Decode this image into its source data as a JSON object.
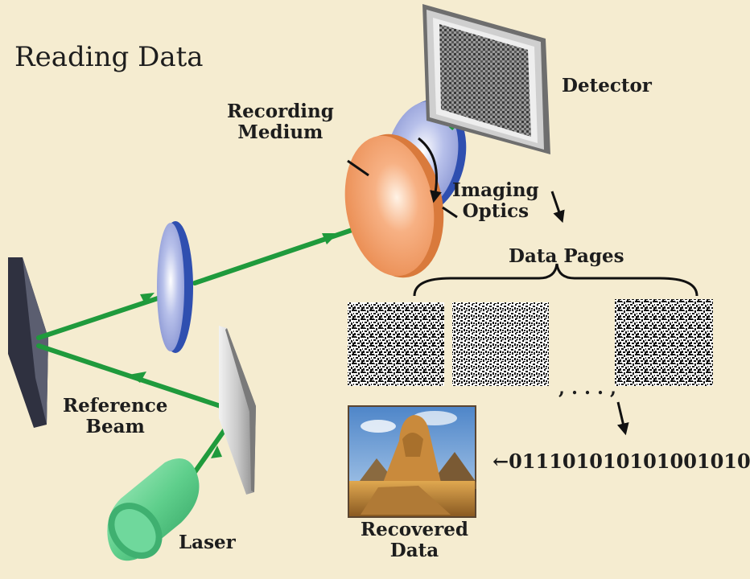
{
  "title": "Reading Data",
  "labels": {
    "detector": "Detector",
    "recording_medium": [
      "Recording",
      "Medium"
    ],
    "imaging_optics": [
      "Imaging",
      "Optics"
    ],
    "data_pages": "Data Pages",
    "ellipsis": ", . . . ,",
    "bitstream": "←011101010101001010..",
    "reference_beam": [
      "Reference",
      "Beam"
    ],
    "laser": "Laser",
    "recovered_data": [
      "Recovered",
      "Data"
    ]
  },
  "colors": {
    "background": "#f5ecd0",
    "beam": "#1f9a3c",
    "lens": "#8e9bd6",
    "medium": "#f0a066",
    "laser": "#5fcf8c"
  },
  "icons": {
    "recovered_image": "sphinx-pyramids-photo"
  }
}
